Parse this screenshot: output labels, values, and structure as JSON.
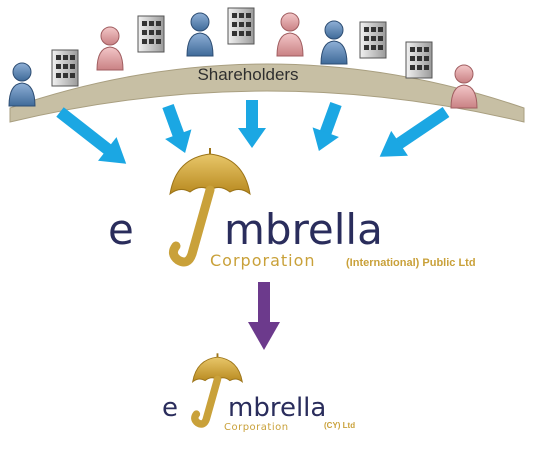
{
  "shareholders_label": "Shareholders",
  "parent": {
    "brand_prefix": "e",
    "brand_rest": "mbrella",
    "corporation": "Corporation",
    "suffix": "(International) Public Ltd"
  },
  "subsidiary": {
    "brand_prefix": "e",
    "brand_rest": "mbrella",
    "corporation": "Corporation",
    "suffix": "(CY) Ltd"
  },
  "holders": [
    "person-blue",
    "building",
    "person-pink",
    "building",
    "person-blue",
    "building",
    "person-pink",
    "person-blue",
    "building",
    "building",
    "person-pink"
  ],
  "colors": {
    "arc": "#c7bfa4",
    "arrow_blue": "#1ba7e3",
    "arrow_purple": "#6c3a8c",
    "gold": "#c9a13a",
    "navy": "#2a2d5c",
    "person_blue": "#5b7ea8",
    "person_pink": "#d9a3a6",
    "building": "#9e9e9e"
  }
}
